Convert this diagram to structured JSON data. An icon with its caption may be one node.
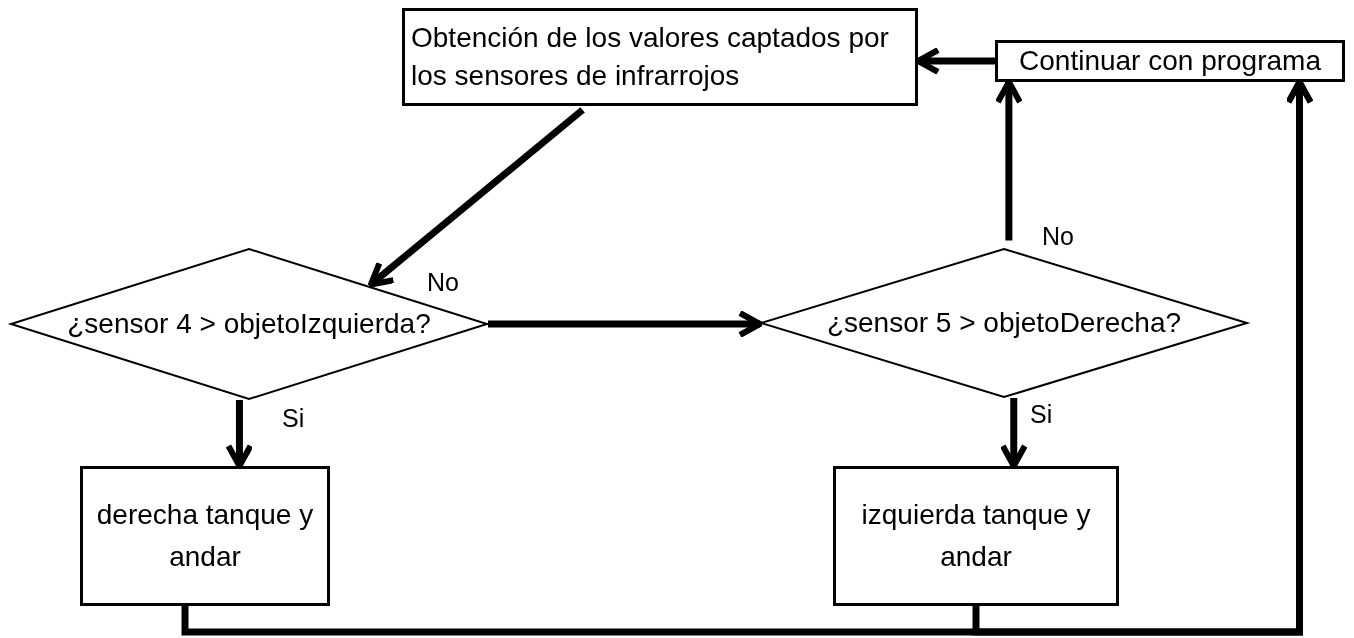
{
  "diagram": {
    "nodes": [
      {
        "text": [
          "Obtención de los valores captados por los sensores de infrarrojos"
        ]
      },
      {
        "text": [
          "Continuar con programa"
        ]
      },
      {
        "text": [
          "¿sensor 4 > objetoIzquierda?"
        ]
      },
      {
        "text": [
          "¿sensor 5 > objetoDerecha?"
        ]
      },
      {
        "text": [
          "derecha tanque y andar"
        ]
      },
      {
        "text": [
          "izquierda tanque y andar"
        ]
      }
    ],
    "edges": [
      {
        "from": 1,
        "to": 0,
        "arrow": "to"
      },
      {
        "from": 0,
        "to": 2,
        "arrow": "to"
      },
      {
        "from": 2,
        "to": 3,
        "arrow": "to",
        "label": "No"
      },
      {
        "from": 3,
        "to": 1,
        "arrow": "to",
        "label": "No"
      },
      {
        "from": 2,
        "to": 4,
        "arrow": "to",
        "label": "Si"
      },
      {
        "from": 3,
        "to": 5,
        "arrow": "to",
        "label": "Si"
      },
      {
        "from": 4,
        "to": 1,
        "arrow": "to"
      },
      {
        "from": 5,
        "to": 1,
        "arrow": "to"
      }
    ]
  }
}
